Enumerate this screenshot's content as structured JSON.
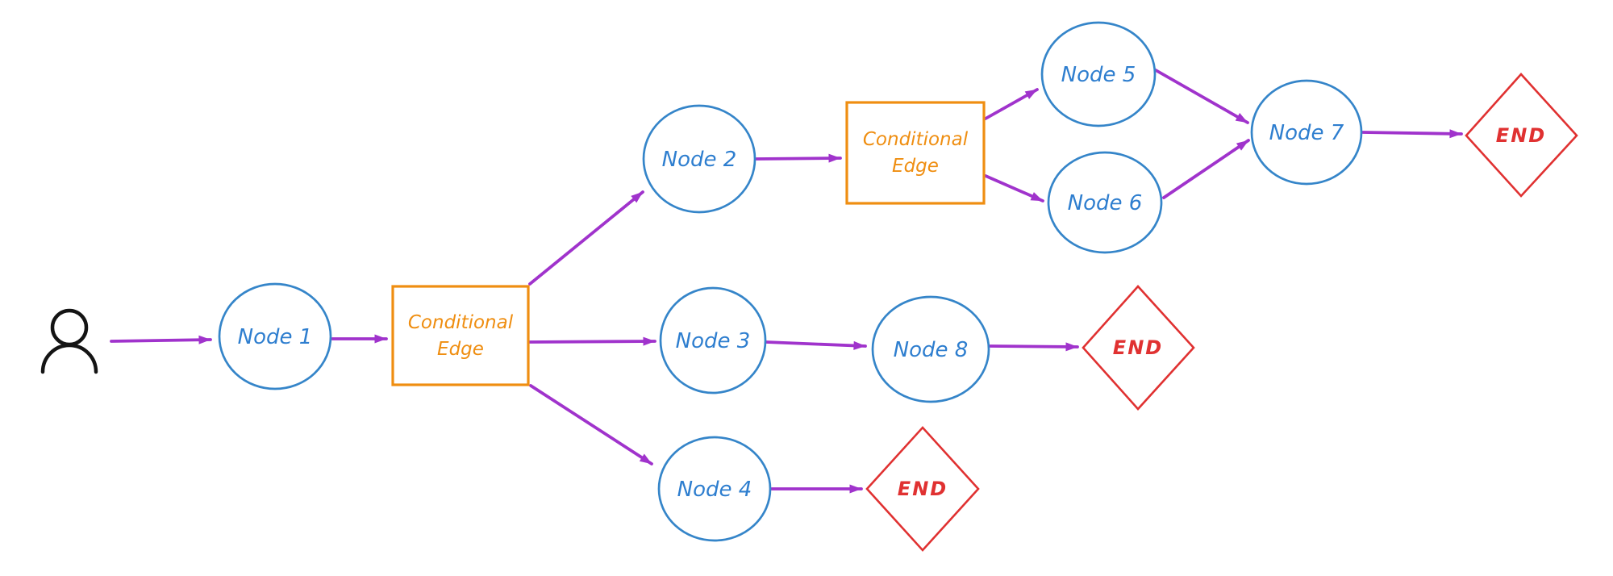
{
  "diagram": {
    "background": "#ffffff",
    "colors": {
      "node_stroke": "#3585c9",
      "node_text": "#2e7ecf",
      "conditional": "#ef8e11",
      "end": "#e03131",
      "arrow": "#a033cc",
      "user_icon": "#141414"
    },
    "nodes": {
      "n1": "Node 1",
      "n2": "Node 2",
      "n3": "Node 3",
      "n4": "Node 4",
      "n5": "Node 5",
      "n6": "Node 6",
      "n7": "Node 7",
      "n8": "Node 8"
    },
    "conditional1": {
      "line1": "Conditional",
      "line2": "Edge"
    },
    "conditional2": {
      "line1": "Conditional",
      "line2": "Edge"
    },
    "ends": {
      "end1": "END",
      "end2": "END",
      "end3": "END"
    },
    "icons": {
      "user": "user-icon"
    },
    "edges": [
      {
        "from": "user",
        "to": "Node 1"
      },
      {
        "from": "Node 1",
        "to": "Conditional Edge 1"
      },
      {
        "from": "Conditional Edge 1",
        "to": "Node 2"
      },
      {
        "from": "Conditional Edge 1",
        "to": "Node 3"
      },
      {
        "from": "Conditional Edge 1",
        "to": "Node 4"
      },
      {
        "from": "Node 2",
        "to": "Conditional Edge 2"
      },
      {
        "from": "Conditional Edge 2",
        "to": "Node 5"
      },
      {
        "from": "Conditional Edge 2",
        "to": "Node 6"
      },
      {
        "from": "Node 5",
        "to": "Node 7"
      },
      {
        "from": "Node 6",
        "to": "Node 7"
      },
      {
        "from": "Node 7",
        "to": "END 1"
      },
      {
        "from": "Node 3",
        "to": "Node 8"
      },
      {
        "from": "Node 8",
        "to": "END 2"
      },
      {
        "from": "Node 4",
        "to": "END 3"
      }
    ]
  }
}
